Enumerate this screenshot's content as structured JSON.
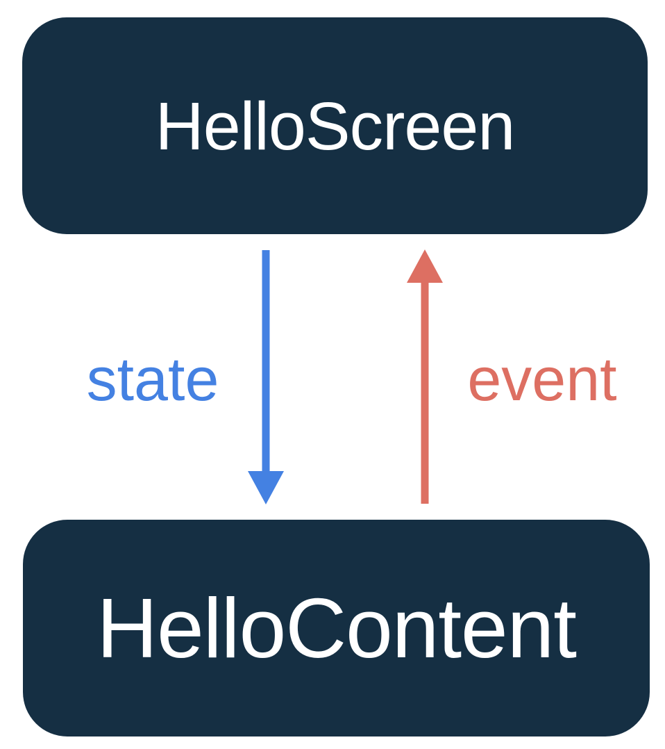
{
  "diagram": {
    "title": "HelloScreen / HelloContent unidirectional data flow",
    "nodes": [
      {
        "id": "hello-screen",
        "label": "HelloScreen"
      },
      {
        "id": "hello-content",
        "label": "HelloContent"
      }
    ],
    "edges": [
      {
        "id": "state",
        "label": "state",
        "direction": "down",
        "color": "#4481E2"
      },
      {
        "id": "event",
        "label": "event",
        "direction": "up",
        "color": "#DD6F62"
      }
    ]
  },
  "colors": {
    "canvas_bg": "#ffffff",
    "node_bg": "#152F43",
    "node_text": "#ffffff",
    "state_arrow": "#4481E2",
    "event_arrow": "#DD6F62"
  }
}
